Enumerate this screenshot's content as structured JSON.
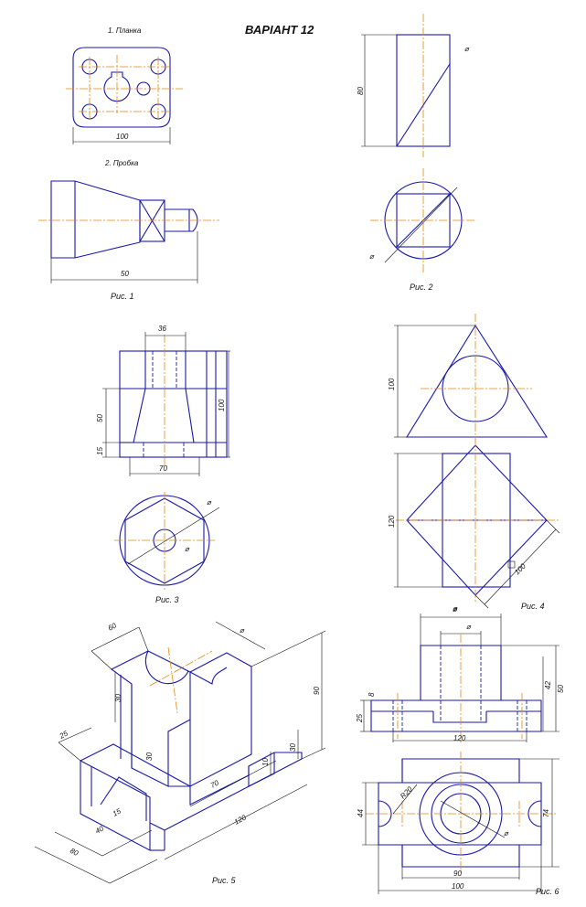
{
  "title": "ВАРІАНТ 12",
  "items": {
    "plank": "1. Планка",
    "plug": "2. Пробка"
  },
  "captions": [
    "Рис. 1",
    "Рис. 2",
    "Рис. 3",
    "Рис. 4",
    "Рис. 5",
    "Рис. 6"
  ],
  "dims": {
    "f1_100": "100",
    "f1_50": "50",
    "f2_80": "80",
    "f3_36": "36",
    "f3_50": "50",
    "f3_15": "15",
    "f3_100": "100",
    "f3_70": "70",
    "f4_100": "100",
    "f4_120": "120",
    "f4_box100": "100",
    "f5_60": "60",
    "f5_30a": "30",
    "f5_30b": "30",
    "f5_90": "90",
    "f5_25": "25",
    "f5_15": "15",
    "f5_40": "40",
    "f5_80": "80",
    "f5_120": "120",
    "f5_70": "70",
    "f5_10": "10",
    "f5_30c": "30",
    "f6_42": "42",
    "f6_50": "50",
    "f6_8": "8",
    "f6_25": "25",
    "f6_120": "120",
    "f6_44": "44",
    "f6_74": "74",
    "f6_R20": "R20",
    "f6_90": "90",
    "f6_100": "100"
  }
}
